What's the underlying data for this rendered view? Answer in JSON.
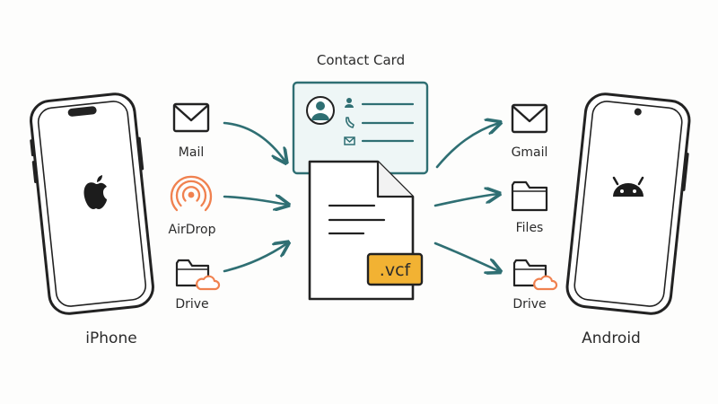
{
  "labels": {
    "contact_card": "Contact Card",
    "vcf": ".vcf",
    "iphone": "iPhone",
    "android": "Android"
  },
  "sources": [
    {
      "label": "Mail",
      "icon": "mail-icon"
    },
    {
      "label": "AirDrop",
      "icon": "airdrop-icon"
    },
    {
      "label": "Drive",
      "icon": "drive-folder-icon"
    }
  ],
  "destinations": [
    {
      "label": "Gmail",
      "icon": "mail-icon"
    },
    {
      "label": "Files",
      "icon": "folder-icon"
    },
    {
      "label": "Drive",
      "icon": "drive-folder-icon"
    }
  ],
  "colors": {
    "ink": "#222222",
    "teal": "#2f6f73",
    "orange": "#f0814f",
    "vcf_badge": "#f2b233",
    "card_fill": "#eef6f6"
  }
}
